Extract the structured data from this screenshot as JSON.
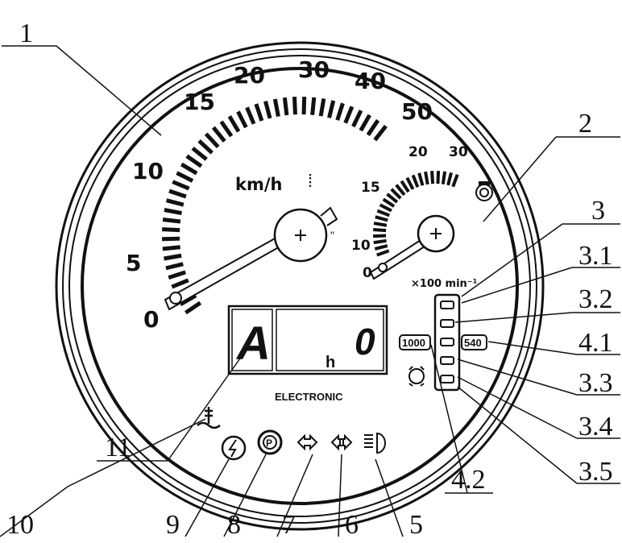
{
  "speedometer": {
    "unit": "km/h",
    "scale_labels": [
      "0",
      "5",
      "10",
      "15",
      "20",
      "30",
      "40",
      "50"
    ]
  },
  "tachometer": {
    "unit": "×100 min⁻¹",
    "scale_labels": [
      "0",
      "10",
      "15",
      "20",
      "30"
    ]
  },
  "display": {
    "mode_char": "A",
    "value": "0",
    "unit": "h",
    "brand": "ELECTRONIC"
  },
  "pto_labels": {
    "left": "1000",
    "right": "540"
  },
  "callouts": [
    "1",
    "2",
    "3",
    "3.1",
    "3.2",
    "4.1",
    "3.3",
    "3.4",
    "3.5",
    "4.2",
    "5",
    "6",
    "7",
    "8",
    "9",
    "10",
    "11"
  ],
  "colors": {
    "ink": "#111111",
    "background": "#ffffff"
  },
  "icons": [
    "engine-temperature-icon",
    "battery-charge-icon",
    "parking-brake-icon",
    "turn-signal-tractor-icon",
    "turn-signal-trailer-icon",
    "high-beam-icon",
    "pto-indicator-icon",
    "fuel-warning-icon"
  ]
}
